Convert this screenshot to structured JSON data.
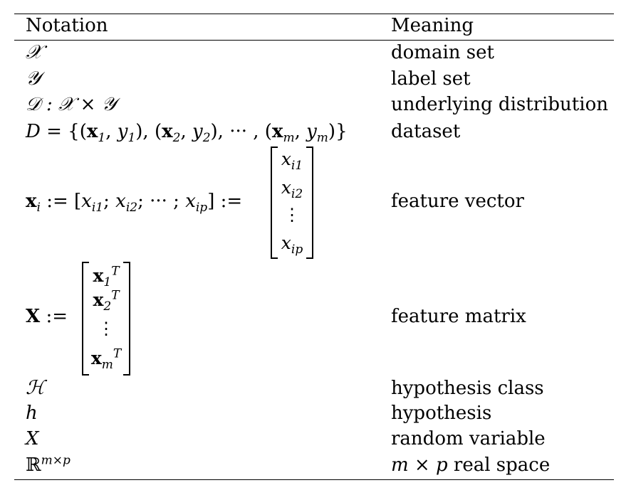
{
  "table": {
    "header": {
      "notation": "Notation",
      "meaning": "Meaning"
    },
    "rows": [
      {
        "notation": "𝒳",
        "meaning": "domain set"
      },
      {
        "notation": "𝒴",
        "meaning": "label set"
      },
      {
        "notation": "𝒟 : 𝒳 × 𝒴",
        "meaning": "underlying distribution"
      },
      {
        "notation": "D = {(x1, y1), (x2, y2), ··· , (xm, ym)}",
        "meaning": "dataset"
      },
      {
        "notation": "xi := [xi1; xi2; ··· ; xip] :=",
        "meaning": "feature vector"
      },
      {
        "notation": "X :=",
        "meaning": "feature matrix"
      },
      {
        "notation": "ℋ",
        "meaning": "hypothesis class"
      },
      {
        "notation": "h",
        "meaning": "hypothesis"
      },
      {
        "notation": "X",
        "meaning": "random variable"
      },
      {
        "notation": "ℝm×p",
        "meaning": "m × p real space"
      }
    ],
    "vector_entries": [
      "xi1",
      "xi2",
      "⋮",
      "xip"
    ],
    "matrix_entries": [
      "x1T",
      "x2T",
      "⋮",
      "xmT"
    ]
  }
}
